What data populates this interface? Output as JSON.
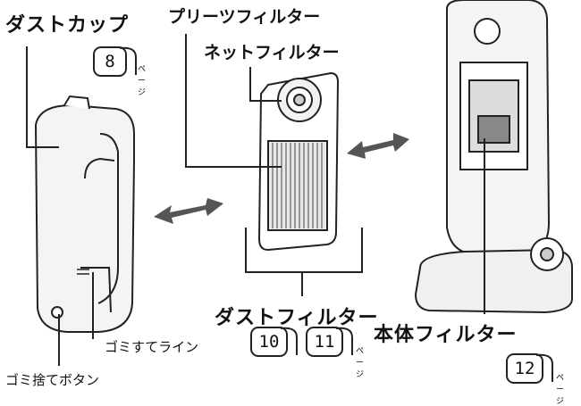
{
  "labels": {
    "dust_cup": "ダストカップ",
    "pleats_filter": "プリーツフィルター",
    "net_filter": "ネットフィルター",
    "dust_filter": "ダストフィルター",
    "body_filter": "本体フィルター",
    "dust_line": "ゴミすてライン",
    "dust_button": "ゴミ捨てボタン"
  },
  "page_refs": {
    "dust_cup": "8",
    "dust_filter_a": "10",
    "dust_filter_b": "11",
    "body_filter": "12",
    "suffix": "ページ"
  }
}
